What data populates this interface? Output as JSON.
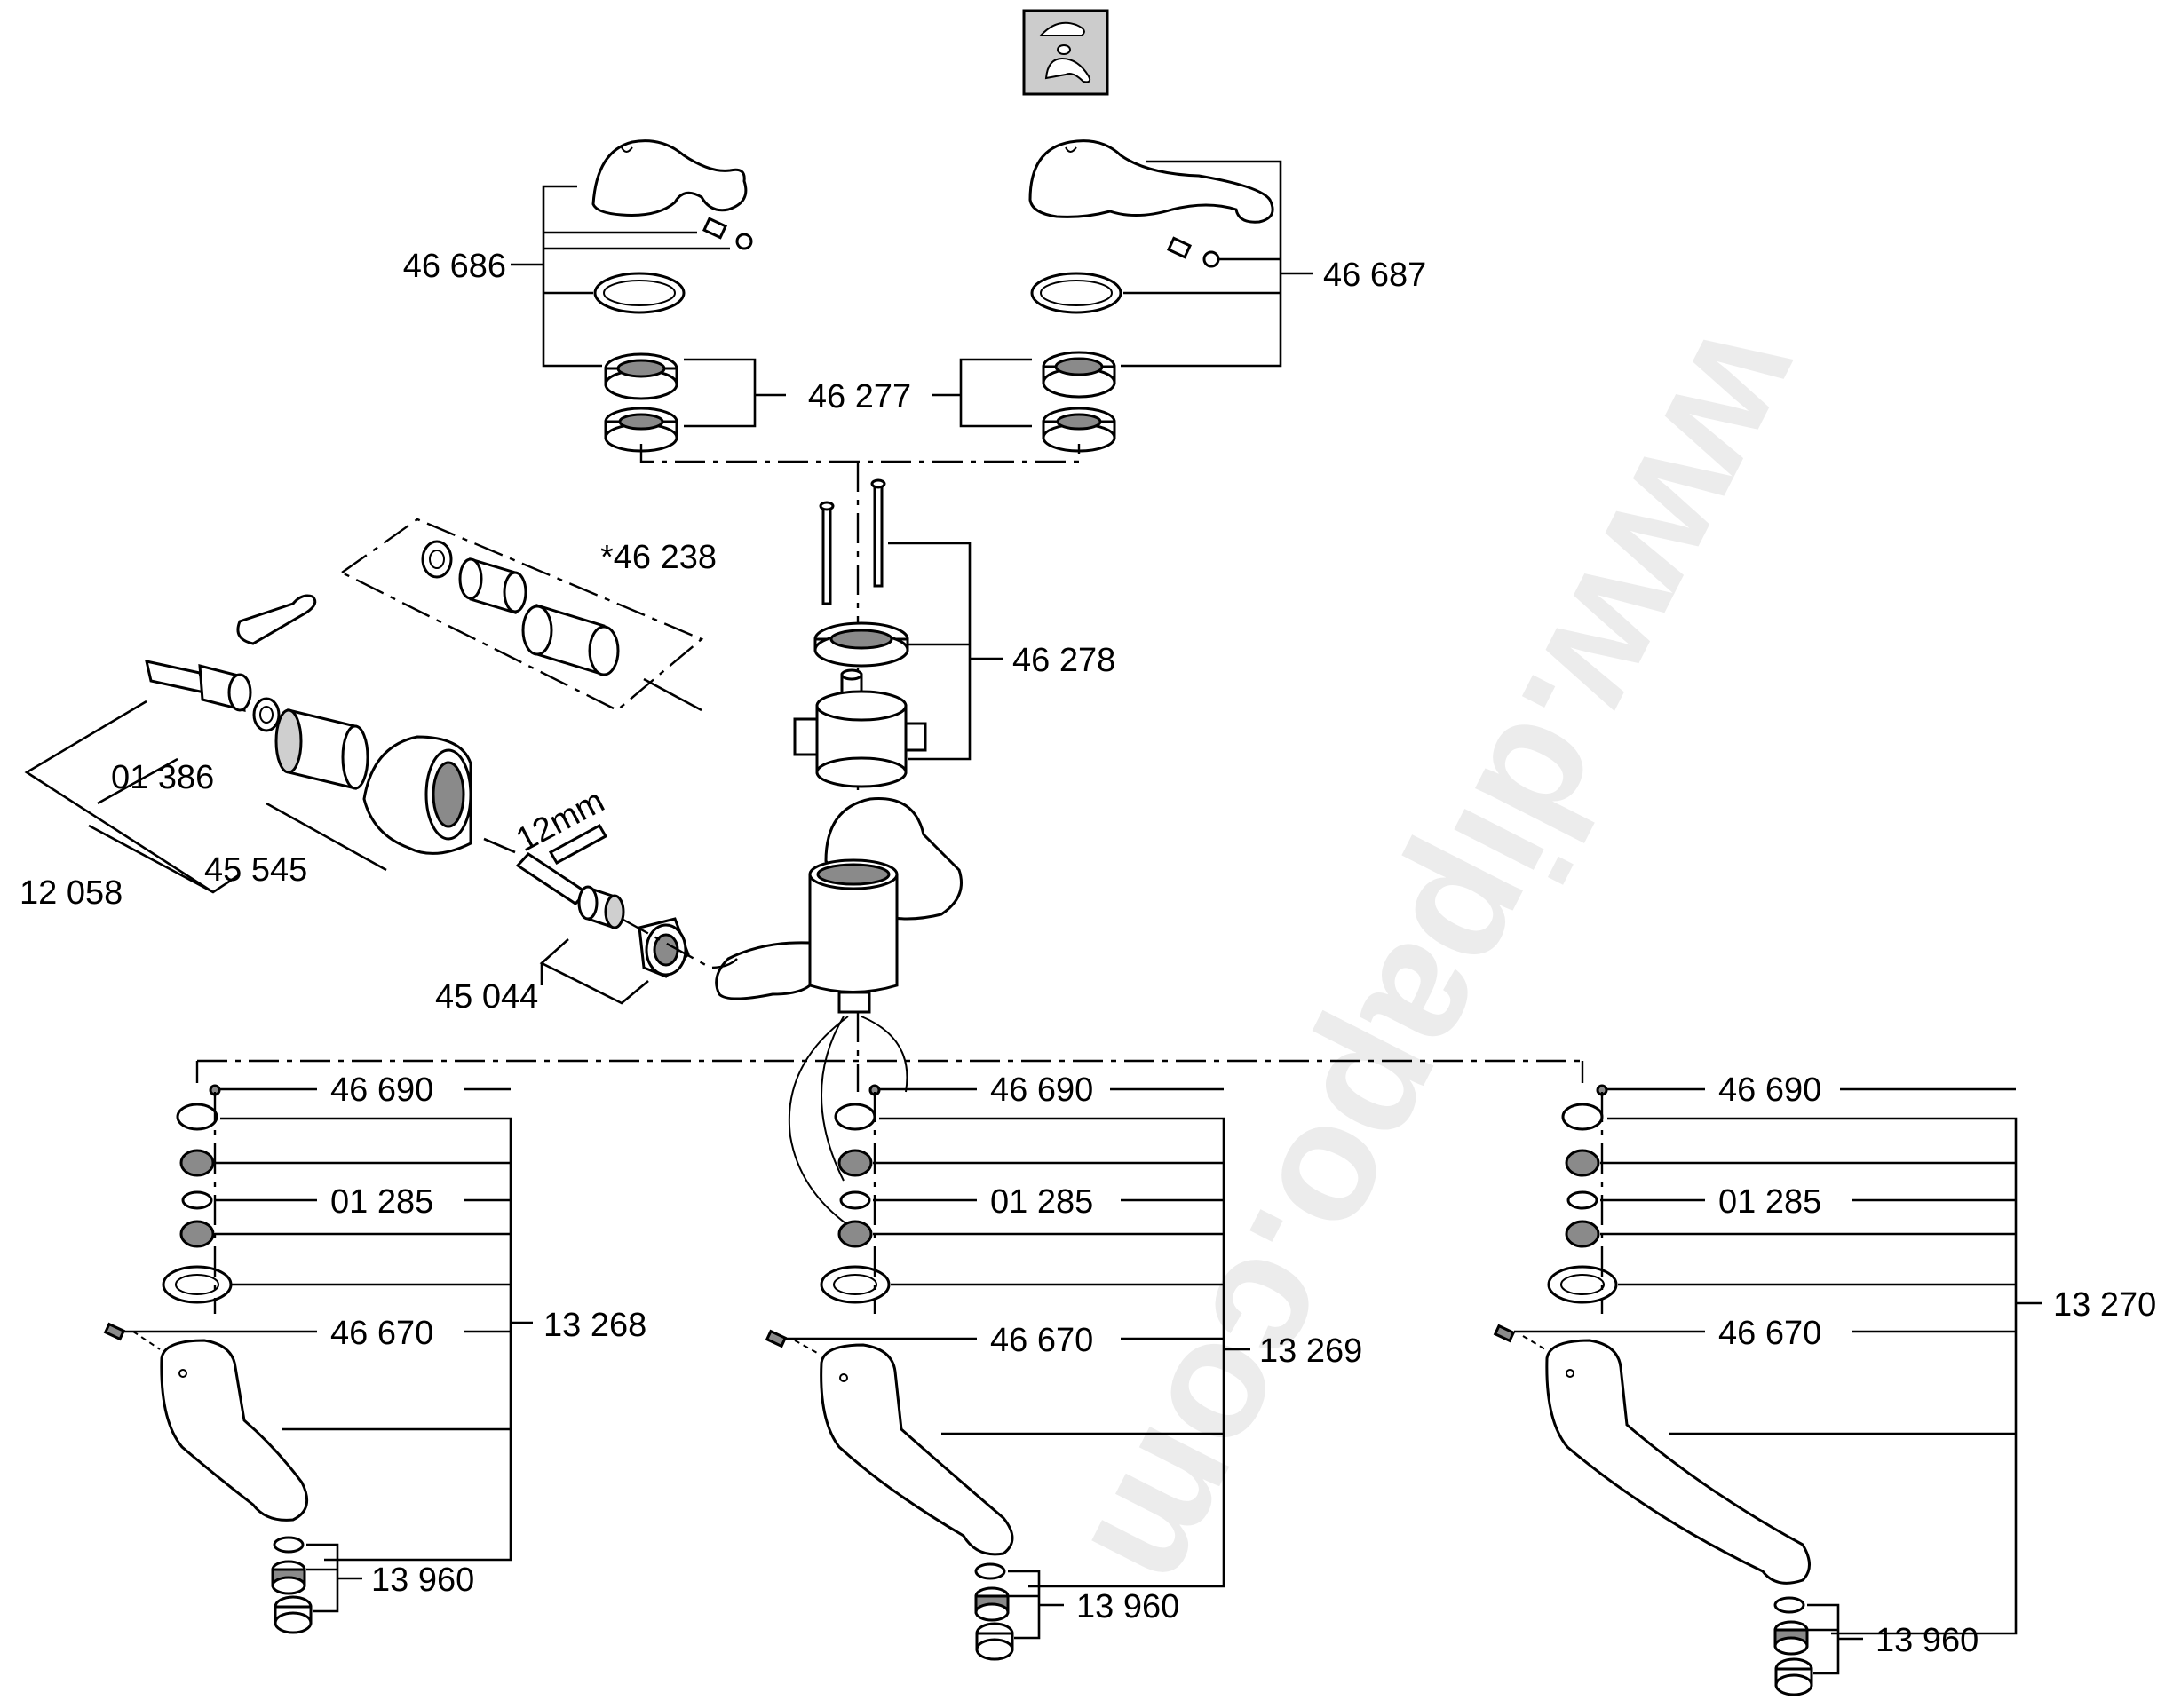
{
  "watermark": "www.dipapo.com",
  "scale_label": "12mm",
  "labels": {
    "handle_left": "46 686",
    "handle_right": "46 687",
    "adapter_pair": "46 277",
    "extension_set": "*46 238",
    "cartridge_set": "46 278",
    "connector_small": "01 386",
    "connector_set": "12 058",
    "escutcheon": "45 545",
    "union_nut": "45 044",
    "spout_left": {
      "set": "13 268",
      "screw_top": "46 690",
      "oring": "01 285",
      "grub": "46 670",
      "aerator": "13 960"
    },
    "spout_mid": {
      "set": "13 269",
      "screw_top": "46 690",
      "oring": "01 285",
      "grub": "46 670",
      "aerator": "13 960"
    },
    "spout_right": {
      "set": "13 270",
      "screw_top": "46 690",
      "oring": "01 285",
      "grub": "46 670",
      "aerator": "13 960"
    }
  },
  "colors": {
    "line": "#000000",
    "part_fill": "#ffffff",
    "shade": "#8a8a8a",
    "icon_bg": "#cccccc",
    "watermark": "#ececec"
  }
}
